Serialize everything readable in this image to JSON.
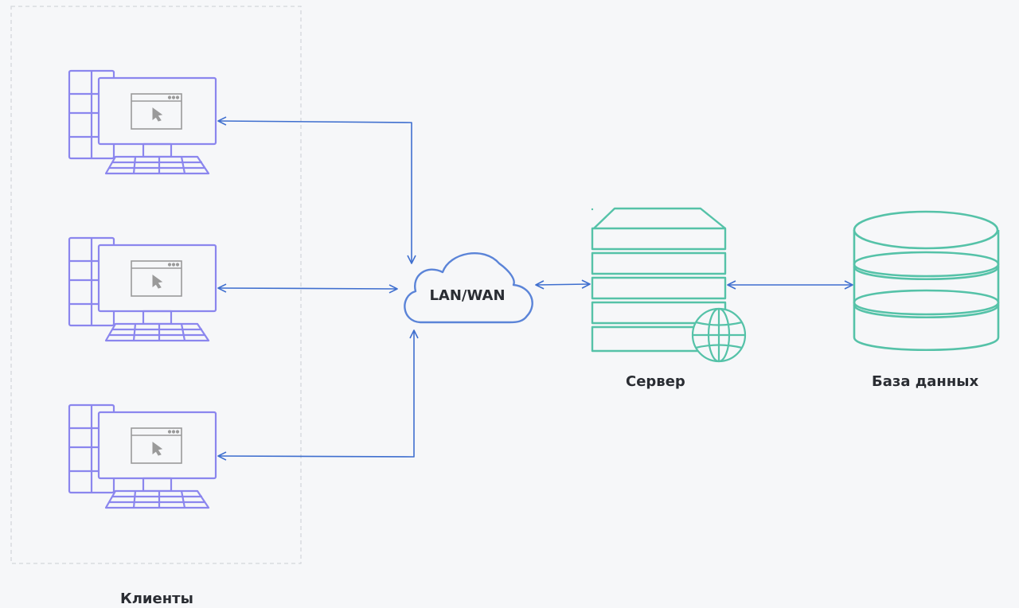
{
  "network": {
    "label": "LAN/WAN"
  },
  "server": {
    "label": "Сервер"
  },
  "database": {
    "label": "База данных"
  },
  "clients": {
    "label": "Клиенты"
  },
  "colors": {
    "client": "#8b86ee",
    "client_screen": "#9a9a9a",
    "cloud": "#5b84d8",
    "arrow": "#3f6fcf",
    "server": "#55c2a8",
    "frame": "#d4d7dc",
    "background": "#f6f7f9"
  },
  "icons": [
    "desktop-computer-icon",
    "cloud-icon",
    "server-rack-icon",
    "globe-icon",
    "database-cylinder-icon"
  ]
}
